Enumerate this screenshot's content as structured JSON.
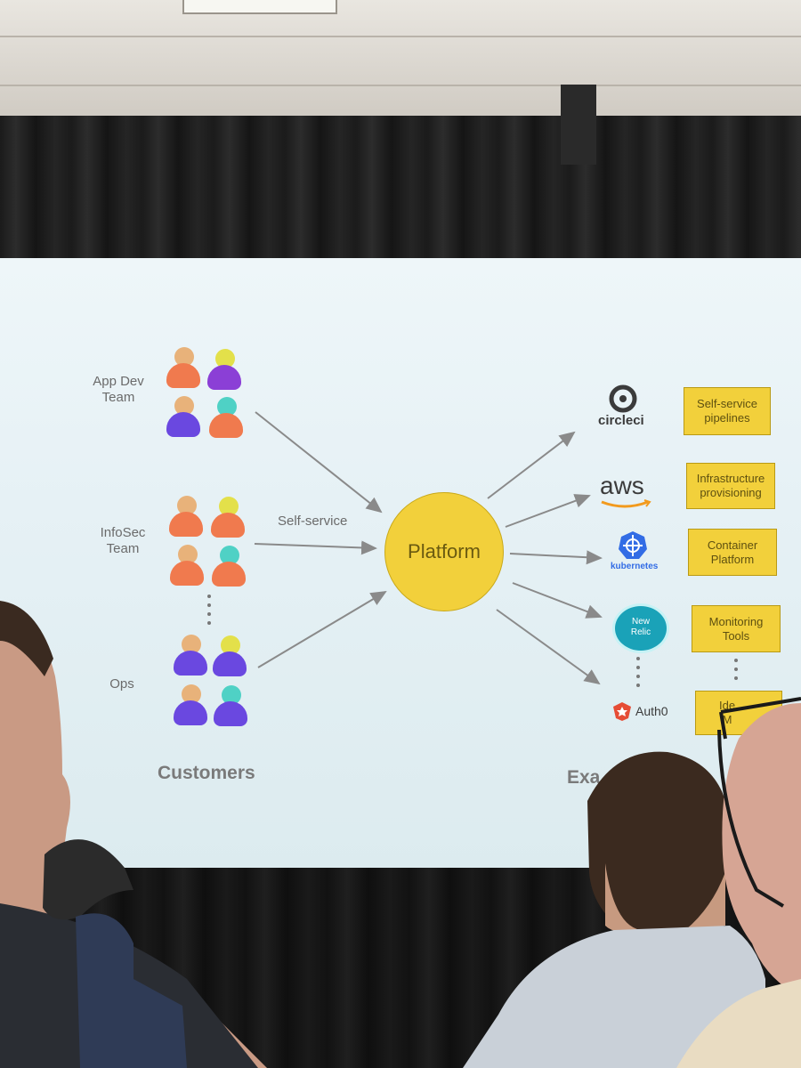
{
  "slide": {
    "groups": [
      {
        "label_line1": "App Dev",
        "label_line2": "Team"
      },
      {
        "label_line1": "InfoSec",
        "label_line2": "Team"
      },
      {
        "label_line1": "Ops",
        "label_line2": ""
      }
    ],
    "self_service_label": "Self-service",
    "platform_label": "Platform",
    "customers_label": "Customers",
    "examples_label_partial": "Exa",
    "tools": [
      {
        "name": "circleci",
        "text": "circleci"
      },
      {
        "name": "aws",
        "text": "aws"
      },
      {
        "name": "kubernetes",
        "text": "kubernetes"
      },
      {
        "name": "new-relic",
        "text_line1": "New",
        "text_line2": "Relic"
      },
      {
        "name": "auth0",
        "text": "Auth0"
      }
    ],
    "capabilities": [
      {
        "line1": "Self-service",
        "line2": "pipelines"
      },
      {
        "line1": "Infrastructure",
        "line2": "provisioning"
      },
      {
        "line1": "Container",
        "line2": "Platform"
      },
      {
        "line1": "Monitoring",
        "line2": "Tools"
      },
      {
        "line1": "Ide",
        "line2": "M"
      }
    ]
  },
  "colors": {
    "platform_yellow": "#f2d03b",
    "person_orange": "#f07a4e",
    "person_purple": "#8b3fd6",
    "person_blue": "#6a48e0",
    "head_tan": "#e8b27a",
    "head_yellow": "#e3e04a",
    "head_teal": "#4fd1c5"
  }
}
